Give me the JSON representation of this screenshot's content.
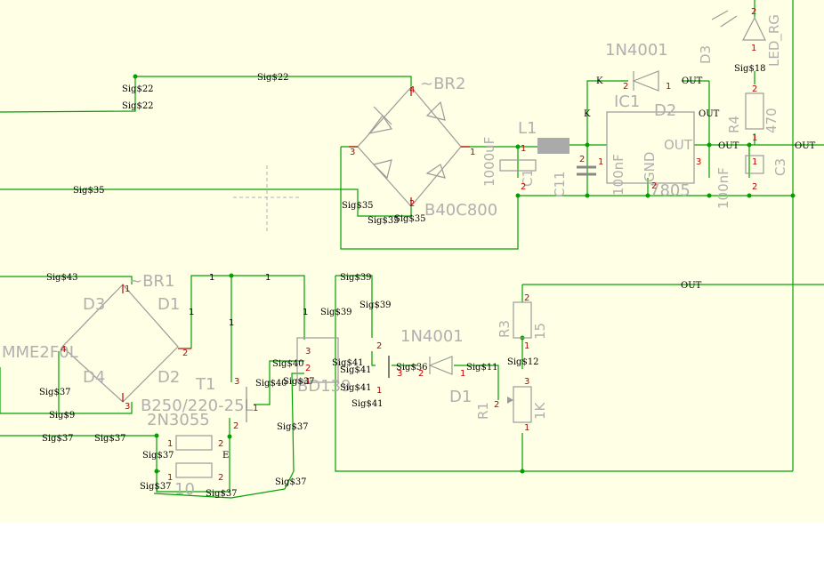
{
  "colors": {
    "background": "#ffffe6",
    "wire": "#00a000",
    "pin": "#c00000",
    "symbol": "#9a9a9a",
    "label": "#000000"
  },
  "components": {
    "br2_name": "~BR2",
    "br2_value": "B40C800",
    "br1_name": "~BR1",
    "br1_value": "B250/220-25L",
    "d3_top": "D3",
    "led_value": "LED_RG",
    "diode_top_value": "1N4001",
    "ic1": "IC1",
    "d2_top": "D2",
    "l1": "L1",
    "c1_value": "1000uF",
    "c1": "C1",
    "c11": "C11",
    "c11_value": "100nF",
    "c3": "C3",
    "c3_value": "100nF",
    "r4": "R4",
    "r4_value": "470",
    "ic_out": "OUT",
    "ic_gnd": "GND",
    "ic_num": "7805",
    "d3_br": "D3",
    "d1_br": "D1",
    "d4_br": "D4",
    "d2_br": "D2",
    "mme": "MME2F0L",
    "t1": "T1",
    "t1_value": "2N3055",
    "bd_value": "BD139",
    "diode_mid_value": "1N4001",
    "d1_mid": "D1",
    "r3": "R3",
    "r3_value": "15",
    "r1": "R1",
    "r1_value": "1K",
    "small_r": "10",
    "e": "E"
  },
  "signals": {
    "sig22": "Sig$22",
    "sig35": "Sig$35",
    "sig43": "Sig$43",
    "sig37": "Sig$37",
    "sig9": "Sig$9",
    "sig39": "Sig$39",
    "sig40": "Sig$40",
    "sig41": "Sig$41",
    "sig36": "Sig$36",
    "sig11": "Sig$11",
    "sig12": "Sig$12",
    "sig18": "Sig$18",
    "out": "OUT",
    "k": "K"
  },
  "pins": {
    "p1": "1",
    "p2": "2",
    "p3": "3",
    "p4": "4",
    "tilde": "~",
    "minus": "-"
  }
}
